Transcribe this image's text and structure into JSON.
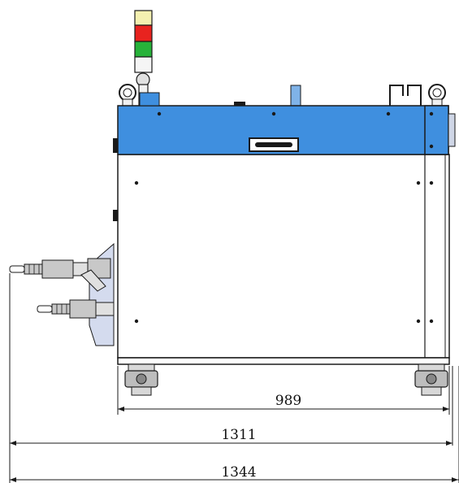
{
  "colors": {
    "body_outline": "#1a1a1a",
    "top_panel": "#3f8fdf",
    "light_yellow": "#f4f0b0",
    "light_red": "#e8231f",
    "light_green": "#27b23a",
    "light_white": "#f5f5f5",
    "fitting": "#c8c8c8",
    "bracket": "#d4dbee"
  },
  "dimensions": [
    {
      "label": "989"
    },
    {
      "label": "1311"
    },
    {
      "label": "1344"
    }
  ]
}
